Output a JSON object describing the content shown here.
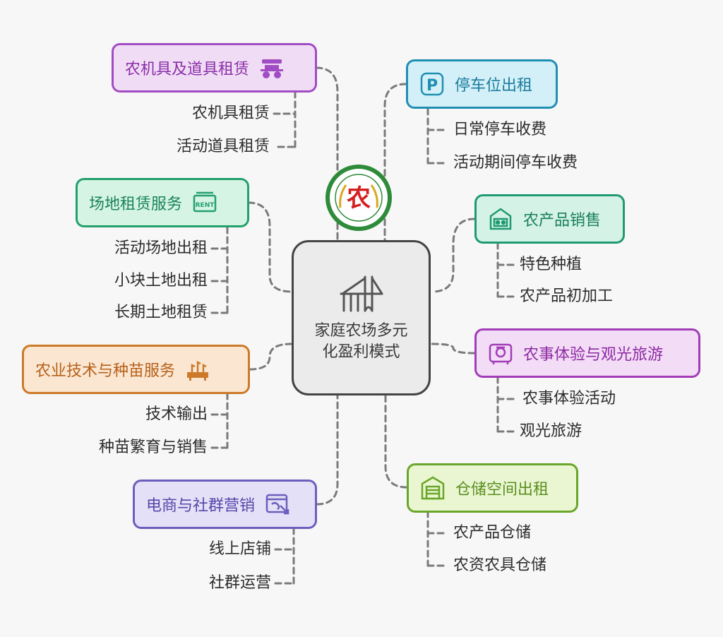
{
  "center": {
    "title": "家庭农场多元化盈利模式",
    "icon": "bridge-icon"
  },
  "logo": {
    "name": "badge-logo",
    "char": "农",
    "colors": {
      "ring": "#2e8b3a",
      "char": "#d42020"
    }
  },
  "branches": {
    "farm_equipment": {
      "title": "农机具及道具租赁",
      "icon": "tractor-icon",
      "color": "#a14cc4",
      "items": [
        "农机具租赁",
        "活动道具租赁"
      ]
    },
    "venue_rental": {
      "title": "场地租赁服务",
      "icon": "rent-sign-icon",
      "color": "#23a06e",
      "items": [
        "活动场地出租",
        "小块土地出租",
        "长期土地租赁"
      ]
    },
    "agri_tech": {
      "title": "农业技术与种苗服务",
      "icon": "seedling-tray-icon",
      "color": "#cc7a2a",
      "items": [
        "技术输出",
        "种苗繁育与销售"
      ]
    },
    "ecommerce": {
      "title": "电商与社群营销",
      "icon": "browser-click-icon",
      "color": "#6b5fbd",
      "items": [
        "线上店铺",
        "社群运营"
      ]
    },
    "parking": {
      "title": "停车位出租",
      "icon": "parking-icon",
      "color": "#1f8fb2",
      "items": [
        "日常停车收费",
        "活动期间停车收费"
      ]
    },
    "farm_products": {
      "title": "农产品销售",
      "icon": "market-stall-icon",
      "color": "#1f9a72",
      "items": [
        "特色种植",
        "农产品初加工"
      ]
    },
    "agritourism": {
      "title": "农事体验与观光旅游",
      "icon": "tour-icon",
      "color": "#a23cb8",
      "items": [
        "农事体验活动",
        "观光旅游"
      ]
    },
    "storage": {
      "title": "仓储空间出租",
      "icon": "warehouse-icon",
      "color": "#6aa62a",
      "items": [
        "农产品仓储",
        "农资农具仓储"
      ]
    }
  },
  "colors": {
    "connector": "#7a7a7a",
    "center_bg": "#ebebeb"
  }
}
